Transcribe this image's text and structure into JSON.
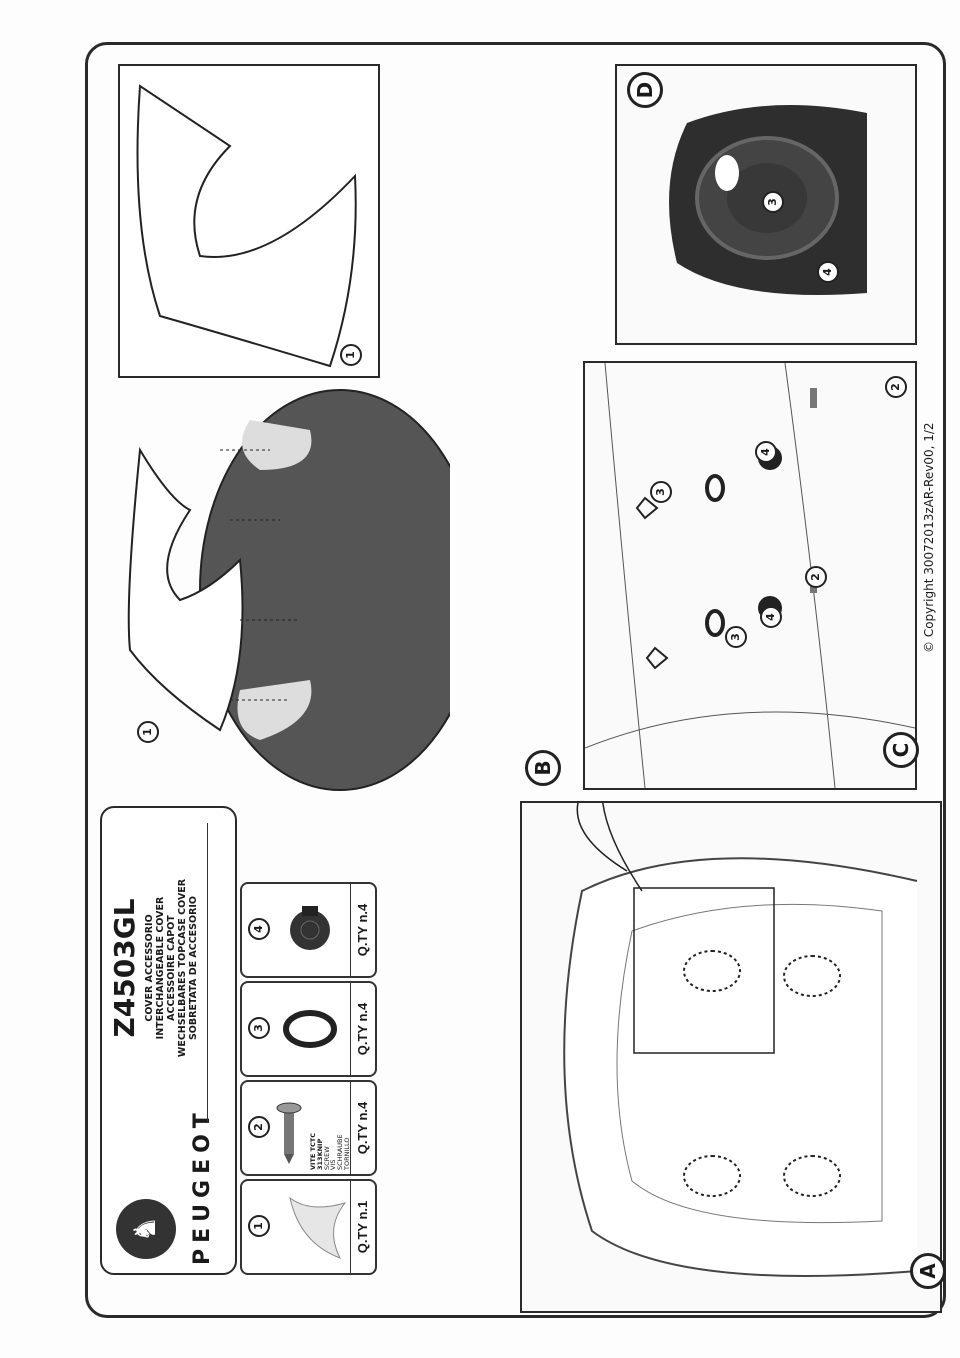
{
  "brand": {
    "name": "PEUGEOT"
  },
  "title": {
    "code": "Z4503GL",
    "descriptions": [
      "COVER ACCESSORIO",
      "INTERCHANGEABLE COVER",
      "ACCESSOIRE CAPOT",
      "WECHSELBARES TOPCASE COVER",
      "SOBRETATA DE ACCESORIO"
    ]
  },
  "parts": [
    {
      "number": "1",
      "qty": "Q.TY n.1",
      "name": "cover"
    },
    {
      "number": "2",
      "qty": "Q.TY n.4",
      "name": "screw",
      "desc": [
        "VITE TCTC",
        "313KNIP",
        "SCREW",
        "VIS",
        "SCHRAUBE",
        "TORNILLO"
      ]
    },
    {
      "number": "3",
      "qty": "Q.TY n.4",
      "name": "o-ring"
    },
    {
      "number": "4",
      "qty": "Q.TY n.4",
      "name": "plug"
    }
  ],
  "panels": {
    "A": "A",
    "B": "B",
    "C": "C",
    "D": "D"
  },
  "callouts": {
    "one": "1",
    "two": "2",
    "three": "3",
    "four": "4"
  },
  "footer": {
    "copyright": "© Copyright 30072013zAR-Rev00, 1/2"
  }
}
